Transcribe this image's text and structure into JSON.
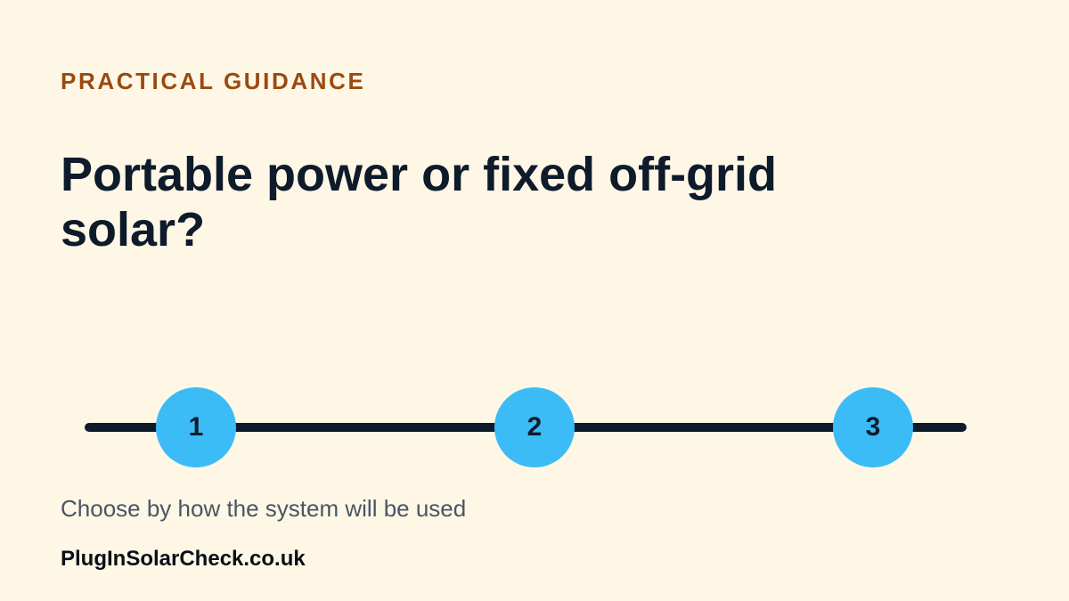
{
  "eyebrow": "PRACTICAL GUIDANCE",
  "title": "Portable power or fixed off-grid solar?",
  "timeline": {
    "steps": [
      "1",
      "2",
      "3"
    ]
  },
  "caption": "Choose by how the system will be used",
  "brand": "PlugInSolarCheck.co.uk",
  "colors": {
    "background": "#FEF7E6",
    "eyebrow": "#9A4A10",
    "title": "#0E1B2B",
    "track": "#0E1B2B",
    "step_fill": "#3BBCF6",
    "caption": "#4A5565"
  }
}
